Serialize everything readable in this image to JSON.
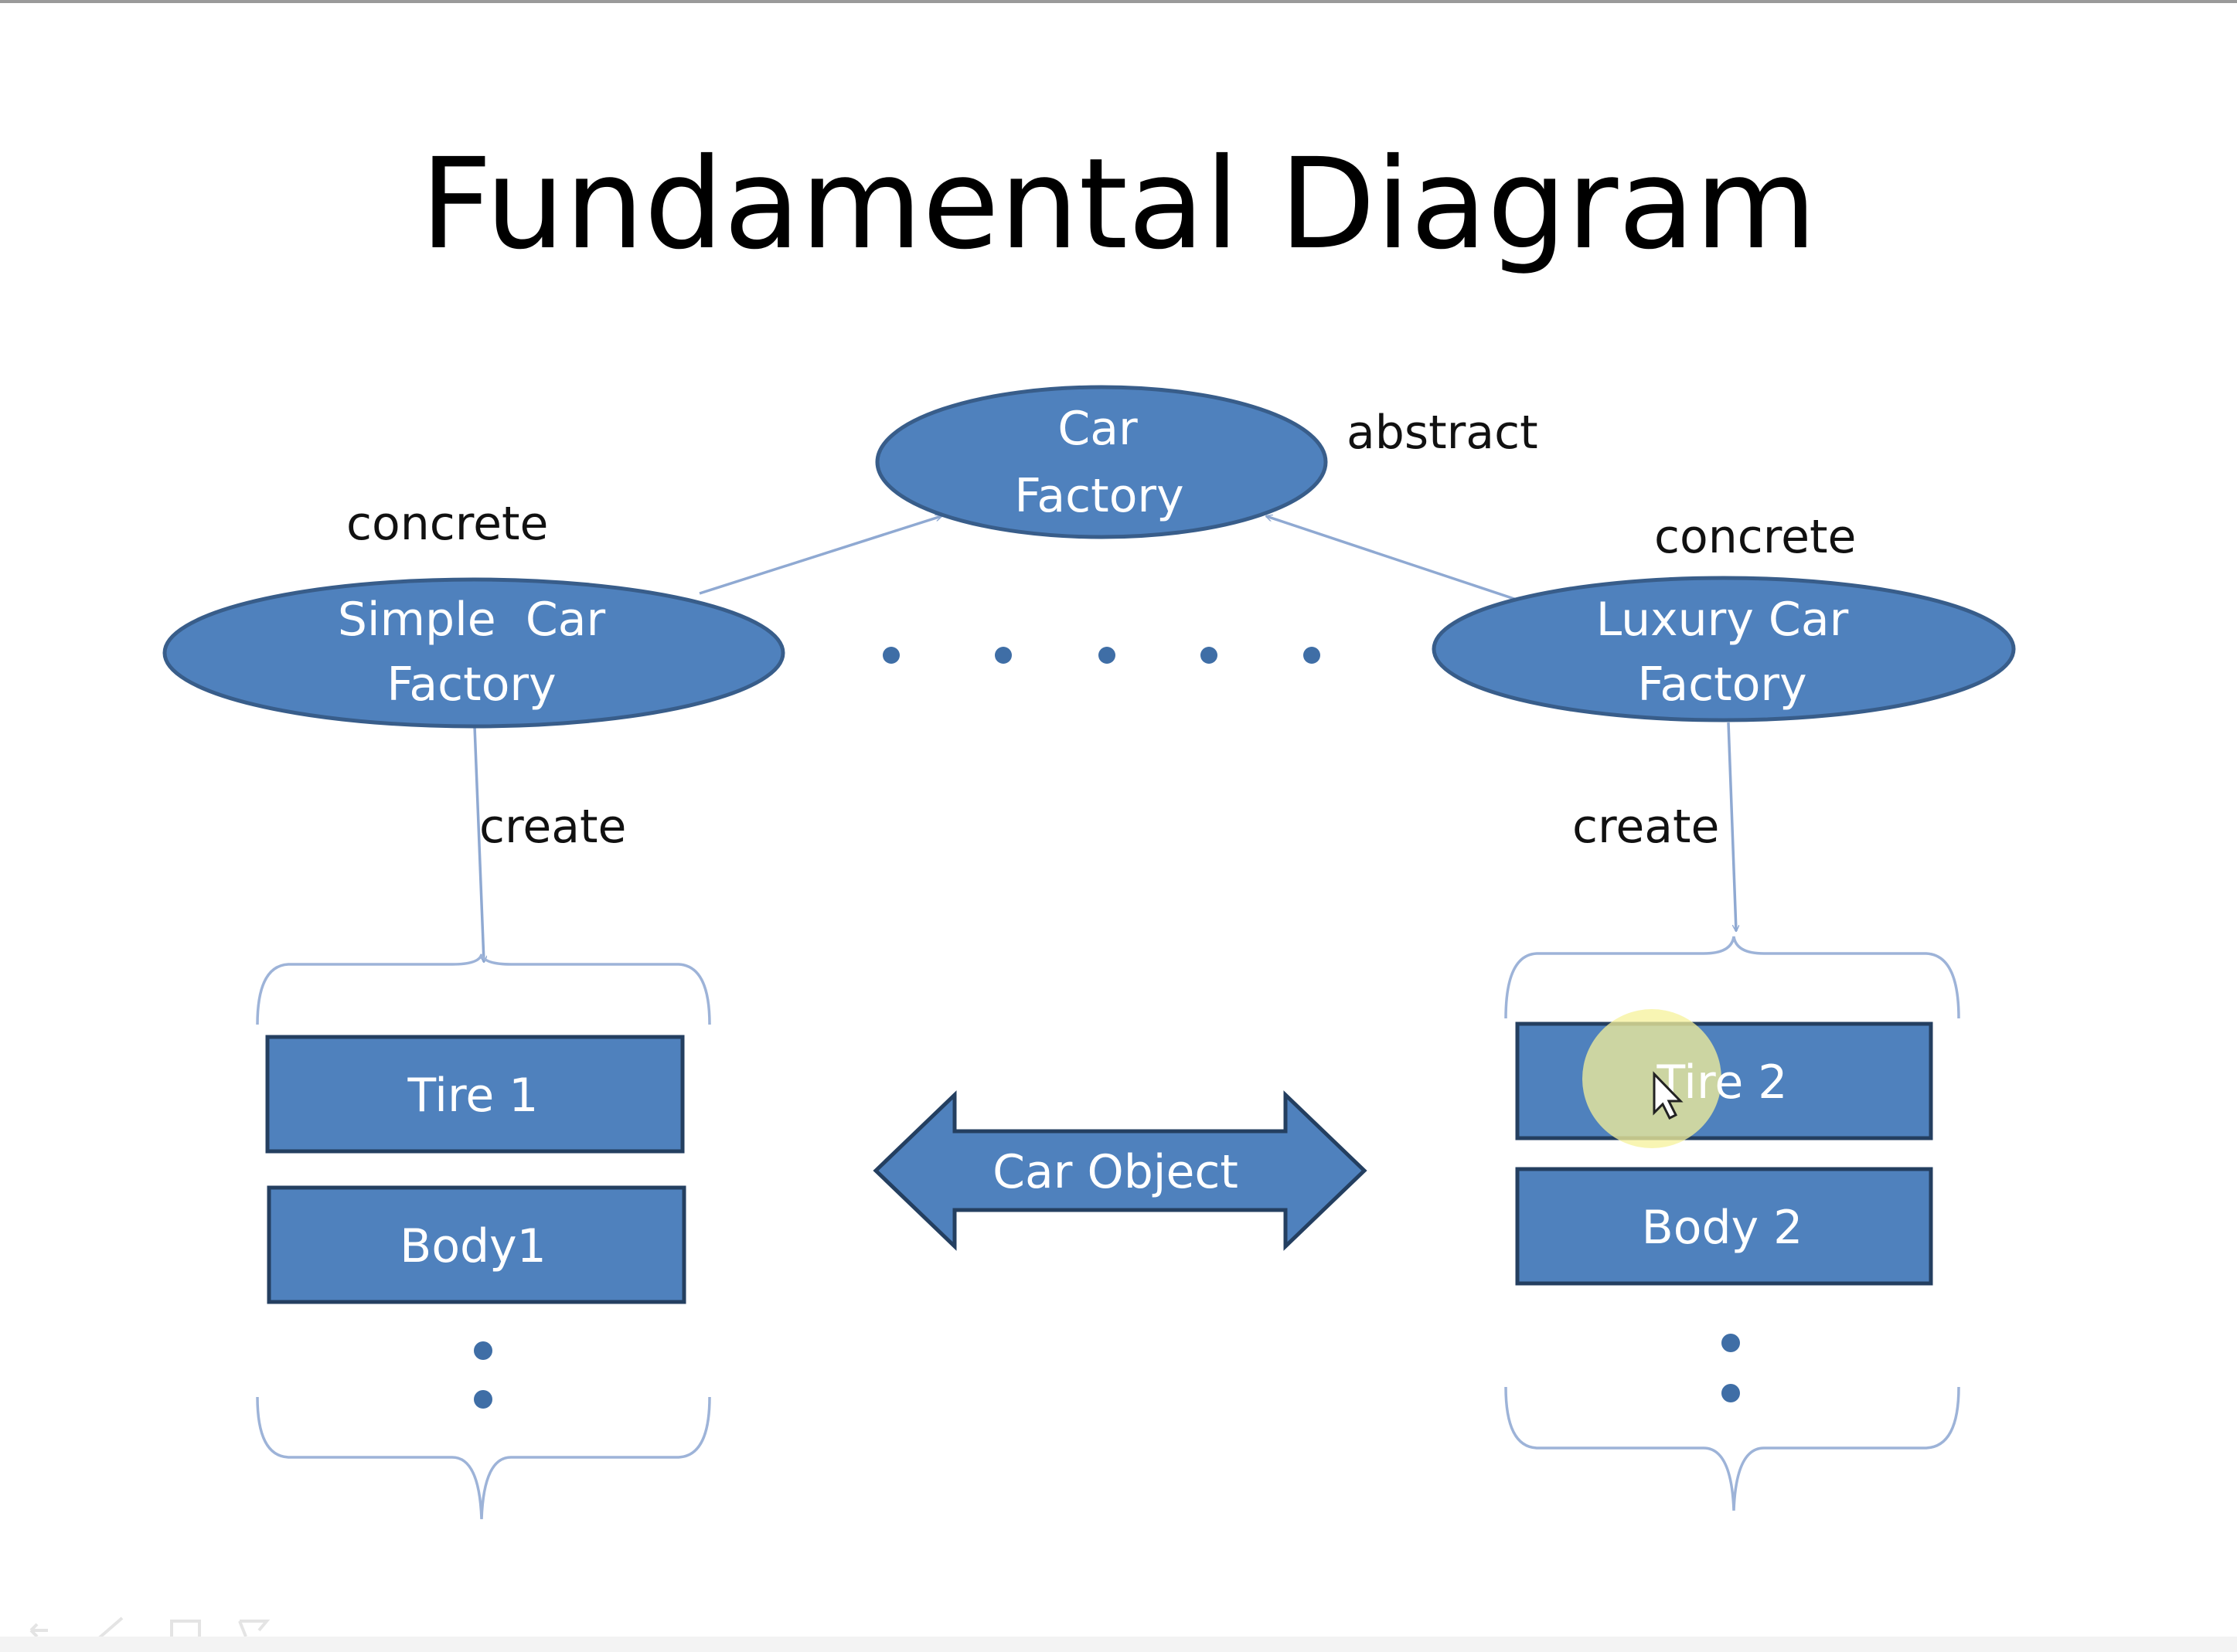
{
  "slide": {
    "title": "Fundamental Diagram",
    "nodes": {
      "car_factory": {
        "line1": "Car",
        "line2": "Factory",
        "note": "abstract"
      },
      "simple_car_factory": {
        "line1": "Simple  Car",
        "line2": "Factory",
        "note": "concrete"
      },
      "luxury_car_factory": {
        "line1": "Luxury Car",
        "line2": "Factory",
        "note": "concrete"
      }
    },
    "edges": {
      "left_create": "create",
      "right_create": "create"
    },
    "left_parts": {
      "tire": "Tire 1",
      "body": "Body1"
    },
    "right_parts": {
      "tire": "Tire 2",
      "body": "Body 2"
    },
    "center_arrow": "Car Object"
  },
  "colors": {
    "shape_fill": "#4f81bd",
    "shape_border": "#385d8a",
    "connector": "#8fa9d2",
    "pointer_highlight": "#f6f29a"
  },
  "icons": [
    "arrow-pointer-icon"
  ]
}
